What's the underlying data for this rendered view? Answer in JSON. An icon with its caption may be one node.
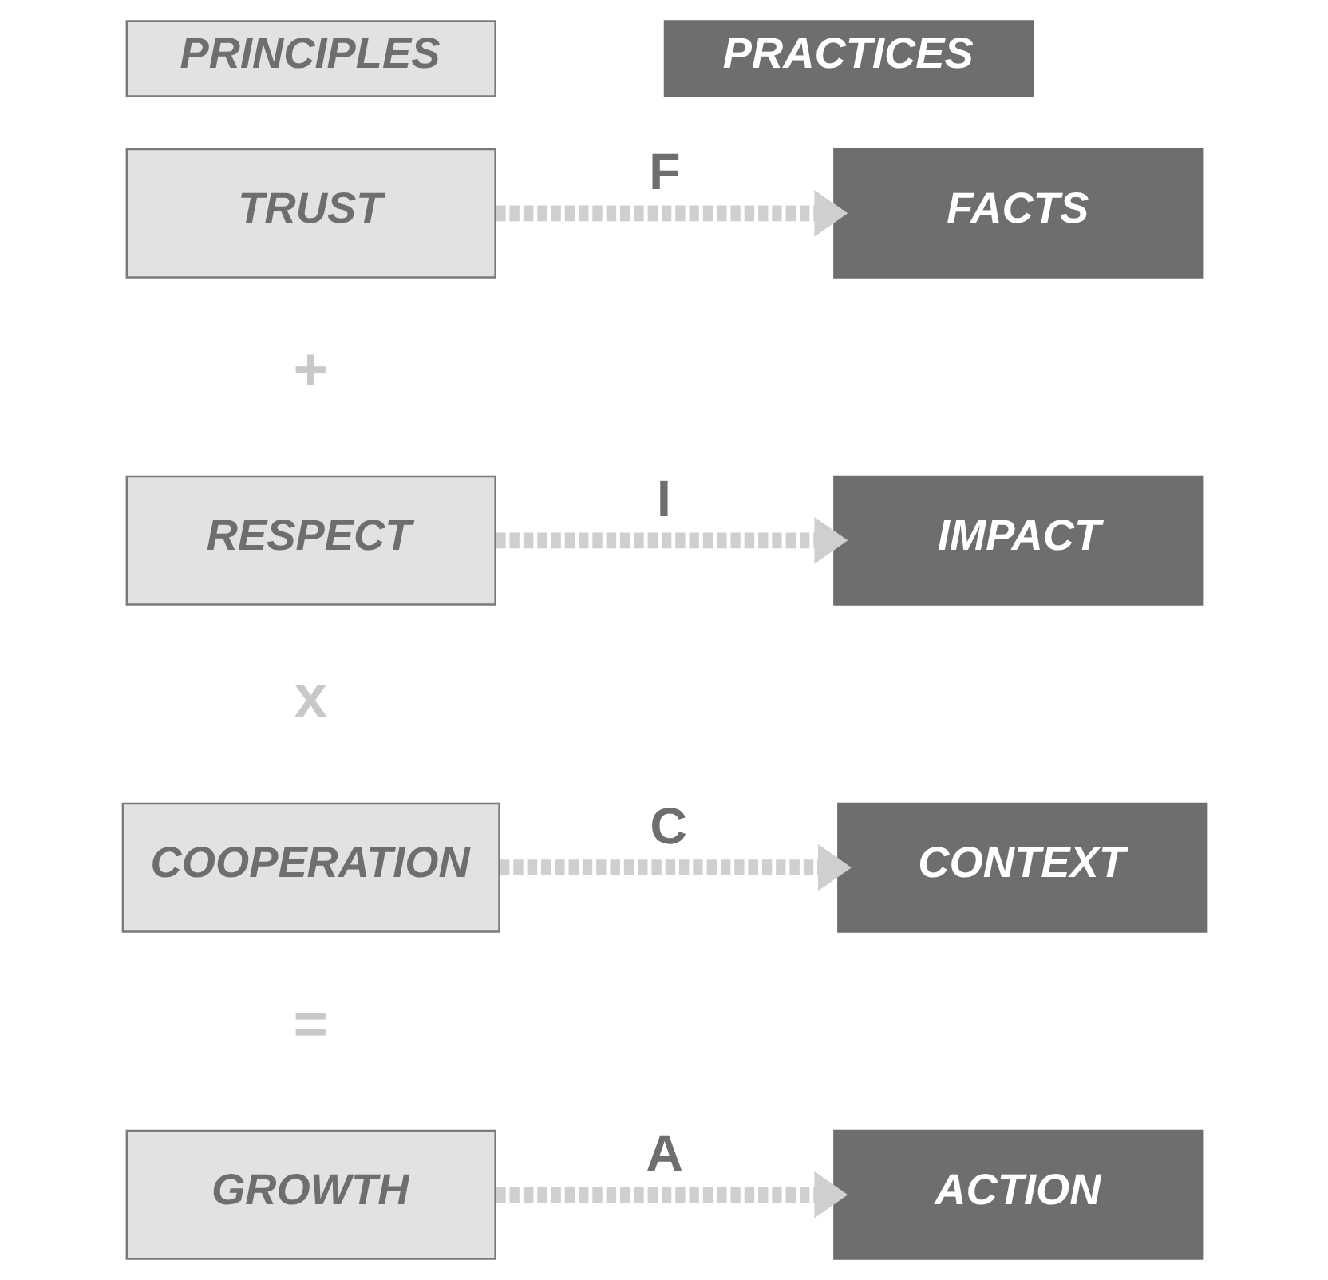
{
  "diagram": {
    "nodes": [
      {
        "text": [
          "PRINCIPLES"
        ]
      },
      {
        "text": [
          "PRACTICES"
        ]
      },
      {
        "text": [
          "TRUST"
        ]
      },
      {
        "text": [
          "FACTS"
        ]
      },
      {
        "text": [
          "RESPECT"
        ]
      },
      {
        "text": [
          "IMPACT"
        ]
      },
      {
        "text": [
          "COOPERATION"
        ]
      },
      {
        "text": [
          "CONTEXT"
        ]
      },
      {
        "text": [
          "GROWTH"
        ]
      },
      {
        "text": [
          "ACTION"
        ]
      }
    ],
    "edges": [
      {
        "from": 2,
        "to": 3,
        "arrow": "to",
        "style": "dashed",
        "label": "F"
      },
      {
        "from": 4,
        "to": 5,
        "arrow": "to",
        "style": "dashed",
        "label": "I"
      },
      {
        "from": 6,
        "to": 7,
        "arrow": "to",
        "style": "dashed",
        "label": "C"
      },
      {
        "from": 8,
        "to": 9,
        "arrow": "to",
        "style": "dashed",
        "label": "A"
      }
    ],
    "labels": [
      "+",
      "x",
      "="
    ]
  }
}
